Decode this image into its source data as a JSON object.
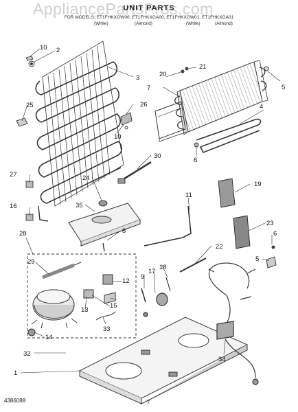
{
  "watermark": "AppliancePartsPros.com",
  "header": {
    "title": "UNIT PARTS",
    "models": "FOR MODELS: ET1FHKXGW00, ET1FHKXGA00, ET1FHKXGW01, ET1FHKXGA01",
    "color_white_1": "(White)",
    "color_almond_1": "(Almond)",
    "color_white_2": "(White)",
    "color_almond_2": "(Almond)"
  },
  "callouts": {
    "c1": "1",
    "c2": "2",
    "c3": "3",
    "c4": "4",
    "c5": "5",
    "c5b": "5",
    "c6": "6",
    "c6b": "6",
    "c7": "7",
    "c8": "8",
    "c9": "9",
    "c10a": "10",
    "c10b": "10",
    "c11": "11",
    "c12": "12",
    "c13": "13",
    "c14": "14",
    "c15": "15",
    "c16": "16",
    "c17": "17",
    "c18": "18",
    "c19": "19",
    "c20": "20",
    "c21": "21",
    "c22": "22",
    "c23": "23",
    "c24": "24",
    "c25": "25",
    "c26": "26",
    "c27": "27",
    "c28": "28",
    "c29": "29",
    "c30": "30",
    "c32": "32",
    "c33": "33",
    "c34": "34",
    "c35": "35"
  },
  "footer": {
    "part_number": "4386088",
    "page_number": "7"
  }
}
